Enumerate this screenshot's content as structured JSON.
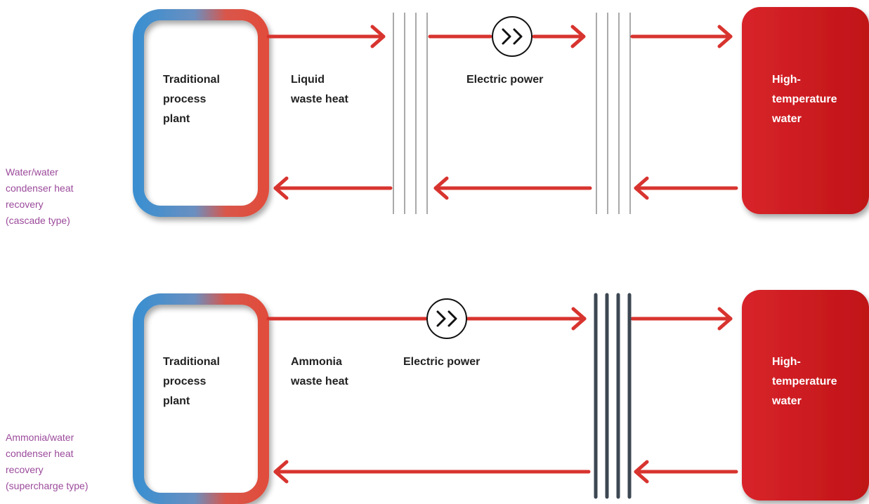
{
  "diagrams": [
    {
      "caption": [
        "Water/water",
        "condenser heat",
        "recovery",
        "(cascade type)"
      ],
      "plant_label": [
        "Traditional",
        "process",
        "plant"
      ],
      "waste_heat_label": [
        "Liquid",
        "waste heat"
      ],
      "power_label": "Electric power",
      "output_label": [
        "High-",
        "temperature",
        "water"
      ]
    },
    {
      "caption": [
        "Ammonia/water",
        "condenser heat",
        "recovery",
        "(supercharge type)"
      ],
      "plant_label": [
        "Traditional",
        "process",
        "plant"
      ],
      "waste_heat_label": [
        "Ammonia",
        "waste heat"
      ],
      "power_label": "Electric power",
      "output_label": [
        "High-",
        "temperature",
        "water"
      ]
    }
  ],
  "colors": {
    "caption": "#9b4a9b",
    "flow_red": "#d8342f",
    "loop_cold": "#3b8fd0",
    "loop_hot": "#e04d3c",
    "output_block": "#c8191c"
  },
  "icons": [
    "compressor-icon",
    "heat-exchanger-icon"
  ]
}
